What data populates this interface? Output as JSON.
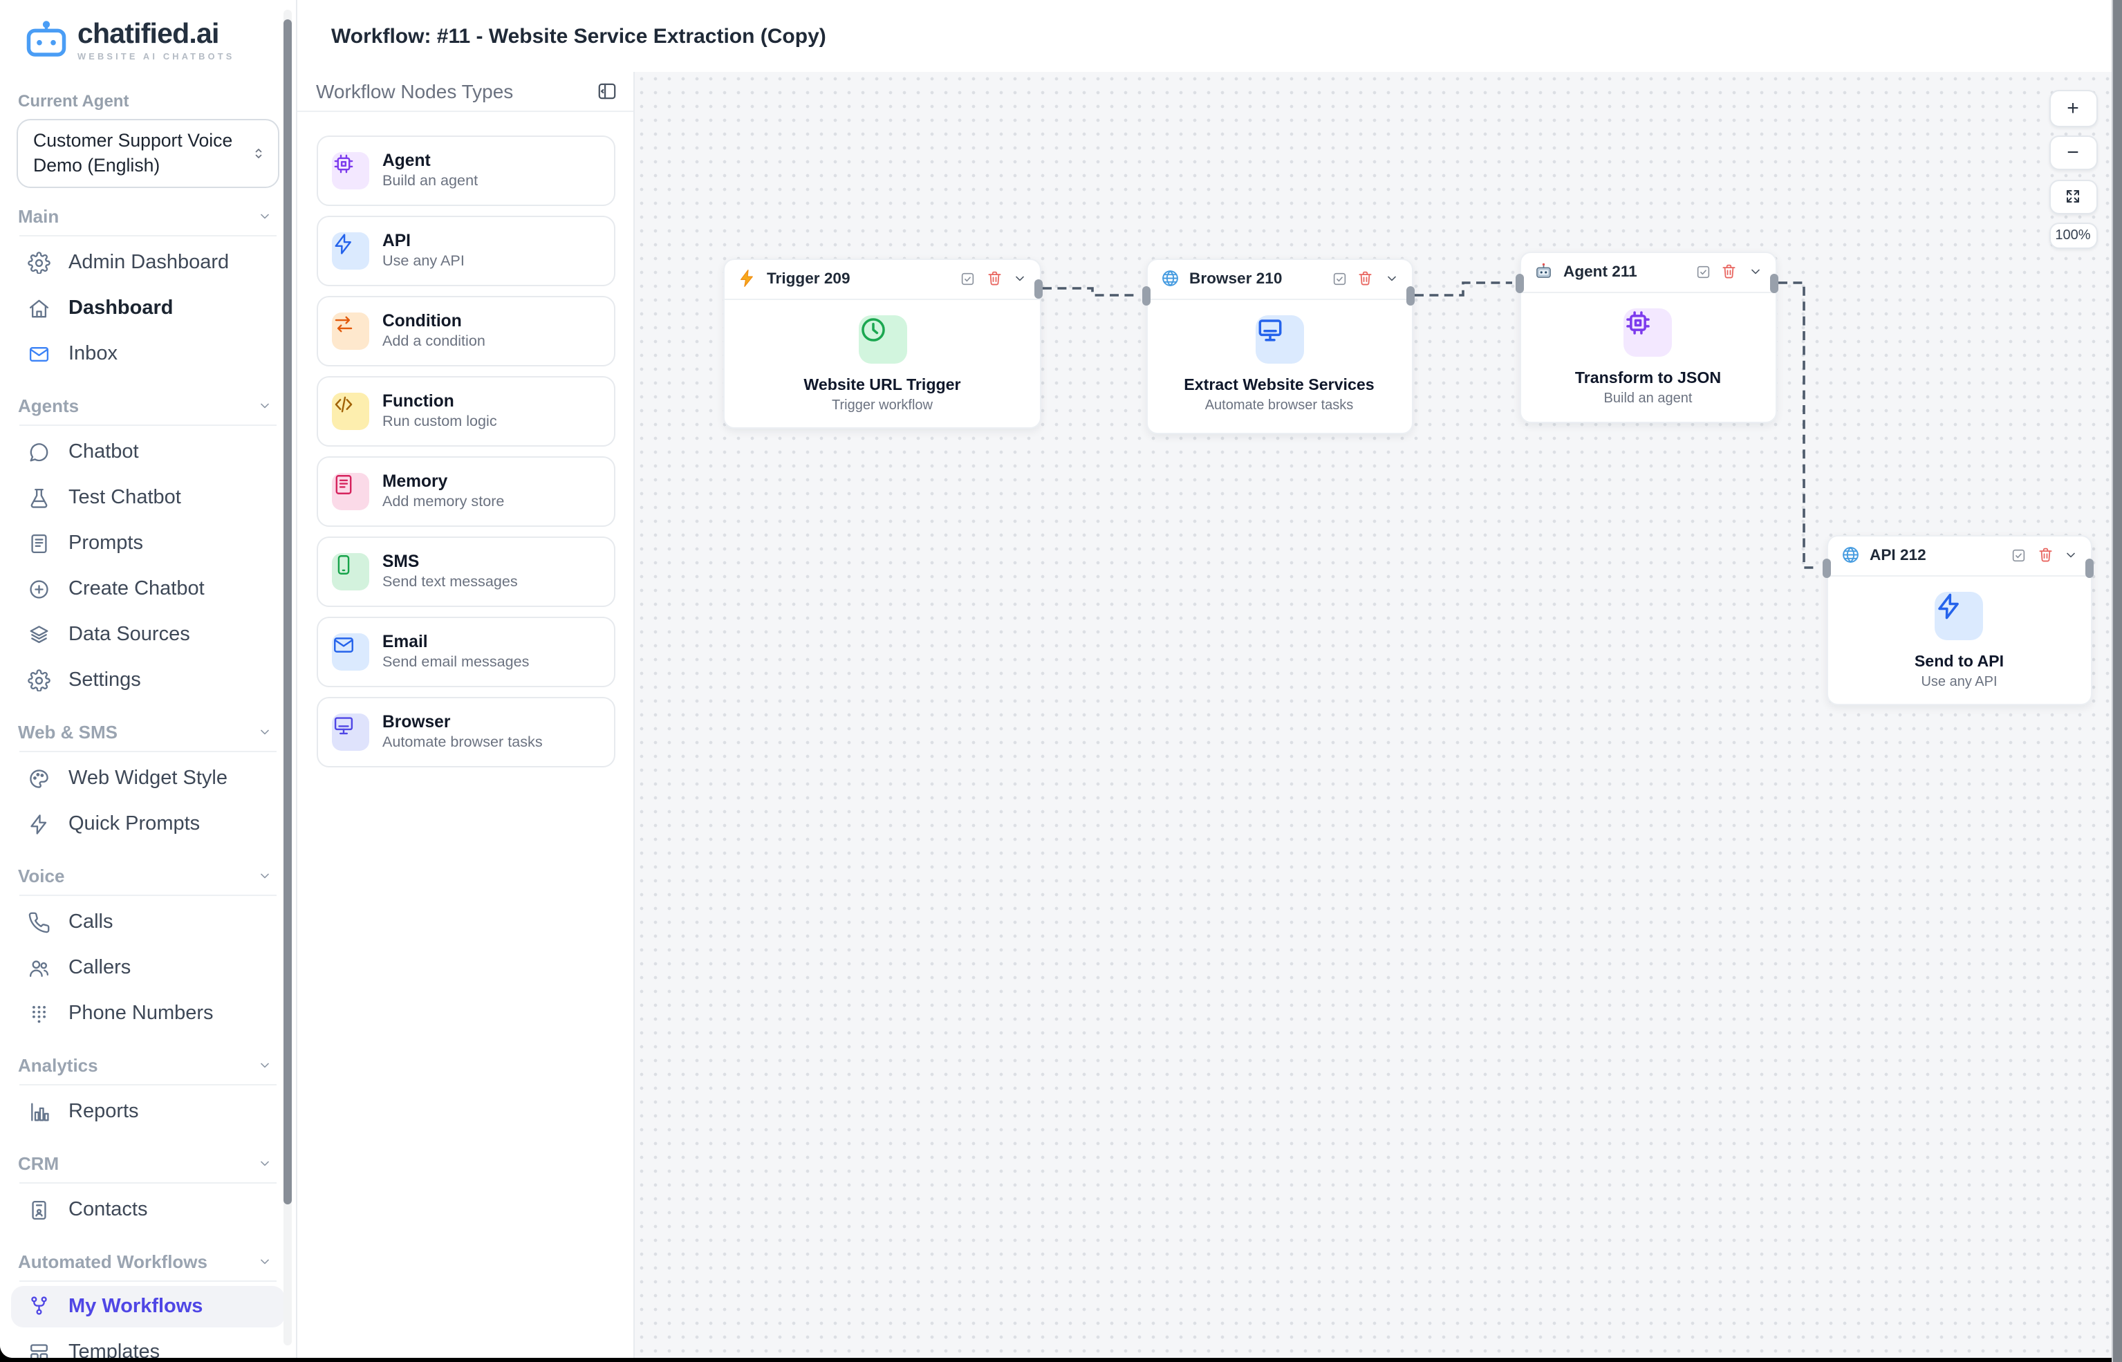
{
  "colors": {
    "accent_indigo": "#4f46e5",
    "logo_blue": "#4a9df5",
    "danger_red": "#e8655f",
    "inbox_blue": "#3b82f6",
    "agent_purple": "#7c3aed",
    "api_blue": "#2563eb",
    "condition_orange": "#e2590b",
    "function_amber": "#a16207",
    "memory_rose": "#d6245e",
    "sms_green": "#17a34a",
    "browser_indigo": "#4f46e5",
    "trigger_green": "#1ba750",
    "canvas_bg": "#f5f6f8"
  },
  "sidebar": {
    "logo_text": "chatified.ai",
    "logo_tagline": "WEBSITE AI CHATBOTS",
    "current_agent_label": "Current Agent",
    "agent_select_value": "Customer Support Voice Demo (English)",
    "sections": [
      {
        "header": "Main",
        "items": [
          {
            "label": "Admin Dashboard",
            "icon": "gear-icon"
          },
          {
            "label": "Dashboard",
            "icon": "home-icon"
          },
          {
            "label": "Inbox",
            "icon": "mail-icon"
          }
        ]
      },
      {
        "header": "Agents",
        "items": [
          {
            "label": "Chatbot",
            "icon": "chat-bubble-icon"
          },
          {
            "label": "Test Chatbot",
            "icon": "flask-icon"
          },
          {
            "label": "Prompts",
            "icon": "document-icon"
          },
          {
            "label": "Create Chatbot",
            "icon": "plus-circle-icon"
          },
          {
            "label": "Data Sources",
            "icon": "layers-icon"
          },
          {
            "label": "Settings",
            "icon": "gear-icon"
          }
        ]
      },
      {
        "header": "Web & SMS",
        "items": [
          {
            "label": "Web Widget Style",
            "icon": "palette-icon"
          },
          {
            "label": "Quick Prompts",
            "icon": "zap-icon"
          }
        ]
      },
      {
        "header": "Voice",
        "items": [
          {
            "label": "Calls",
            "icon": "phone-icon"
          },
          {
            "label": "Callers",
            "icon": "users-icon"
          },
          {
            "label": "Phone Numbers",
            "icon": "dialpad-icon"
          }
        ]
      },
      {
        "header": "Analytics",
        "items": [
          {
            "label": "Reports",
            "icon": "bar-chart-icon"
          }
        ]
      },
      {
        "header": "CRM",
        "items": [
          {
            "label": "Contacts",
            "icon": "contact-card-icon"
          }
        ]
      },
      {
        "header": "Automated Workflows",
        "items": [
          {
            "label": "My Workflows",
            "icon": "workflow-icon",
            "active": true
          },
          {
            "label": "Templates",
            "icon": "template-icon"
          }
        ]
      }
    ]
  },
  "header": {
    "title": "Workflow: #11 - Website Service Extraction (Copy)"
  },
  "panel": {
    "title": "Workflow Nodes Types",
    "types": [
      {
        "name": "Agent",
        "desc": "Build an agent",
        "icon": "cpu-icon"
      },
      {
        "name": "API",
        "desc": "Use any API",
        "icon": "zap-icon"
      },
      {
        "name": "Condition",
        "desc": "Add a condition",
        "icon": "arrows-left-right-icon"
      },
      {
        "name": "Function",
        "desc": "Run custom logic",
        "icon": "code-icon"
      },
      {
        "name": "Memory",
        "desc": "Add memory store",
        "icon": "file-icon"
      },
      {
        "name": "SMS",
        "desc": "Send text messages",
        "icon": "smartphone-icon"
      },
      {
        "name": "Email",
        "desc": "Send email messages",
        "icon": "mail-icon"
      },
      {
        "name": "Browser",
        "desc": "Automate browser tasks",
        "icon": "monitor-icon"
      }
    ]
  },
  "canvas": {
    "nodes": [
      {
        "title": "Trigger 209",
        "header_icon": "bolt-icon",
        "body_icon": "clock-icon",
        "body_title": "Website URL Trigger",
        "body_sub": "Trigger workflow"
      },
      {
        "title": "Browser 210",
        "header_icon": "globe-icon",
        "body_icon": "monitor-icon",
        "body_title": "Extract Website Services",
        "body_sub": "Automate browser tasks"
      },
      {
        "title": "Agent 211",
        "header_icon": "robot-icon",
        "body_icon": "cpu-icon",
        "body_title": "Transform to JSON",
        "body_sub": "Build an agent"
      },
      {
        "title": "API 212",
        "header_icon": "globe-icon",
        "body_icon": "zap-icon",
        "body_title": "Send to API",
        "body_sub": "Use any API"
      }
    ],
    "zoom_controls": {
      "zoom_in": "+",
      "zoom_out": "−",
      "zoom_level": "100%"
    }
  }
}
